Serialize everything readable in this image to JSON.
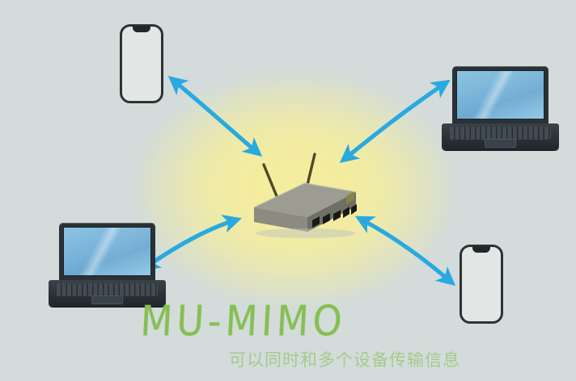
{
  "scene": {
    "background_color": "#d3dcdb",
    "glow_color": "#f2ea9a",
    "arrow_color": "#29a9e0",
    "title_color": "#86bf52",
    "subtitle_color": "#a7c98a"
  },
  "caption": {
    "title": "MU-MIMO",
    "subtitle": "可以同时和多个设备传输信息"
  },
  "central_device": {
    "name": "wireless-router",
    "antenna_count": 2,
    "port_count": 6
  },
  "devices": [
    {
      "id": "phone-top-left",
      "type": "smartphone",
      "position": "top-left"
    },
    {
      "id": "laptop-top-right",
      "type": "laptop",
      "position": "top-right"
    },
    {
      "id": "laptop-bottom-left",
      "type": "laptop",
      "position": "bottom-left"
    },
    {
      "id": "phone-bottom-right",
      "type": "smartphone",
      "position": "bottom-right"
    }
  ],
  "connections": [
    {
      "id": "link-router-phone-top-left",
      "from": "wireless-router",
      "to": "phone-top-left",
      "style": "double-headed-arrow"
    },
    {
      "id": "link-router-laptop-top-right",
      "from": "wireless-router",
      "to": "laptop-top-right",
      "style": "double-headed-arrow"
    },
    {
      "id": "link-router-laptop-bottom-left",
      "from": "wireless-router",
      "to": "laptop-bottom-left",
      "style": "double-headed-arrow"
    },
    {
      "id": "link-router-phone-bottom-right",
      "from": "wireless-router",
      "to": "phone-bottom-right",
      "style": "double-headed-arrow"
    }
  ]
}
